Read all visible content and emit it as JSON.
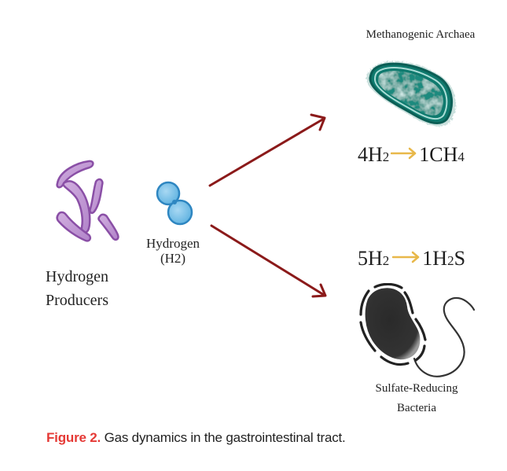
{
  "diagram": {
    "nodes": {
      "hydrogen_producers": {
        "label_line1": "Hydrogen",
        "label_line2": "Producers",
        "icon": "rod-bacteria-icon",
        "color": "#b07cc6"
      },
      "hydrogen": {
        "label_line1": "Hydrogen",
        "label_line2": "(H2)",
        "icon": "h2-molecule-icon",
        "color": "#4aa3d6"
      },
      "methanogenic_archaea": {
        "label": "Methanogenic Archaea",
        "icon": "archaea-cell-icon",
        "color": "#0f7a6e"
      },
      "sulfate_reducing_bacteria": {
        "label_line1": "Sulfate-Reducing",
        "label_line2": "Bacteria",
        "icon": "flagellated-bacterium-icon",
        "color": "#2b2b2b"
      }
    },
    "edges": [
      {
        "from": "hydrogen",
        "to": "methanogenic_archaea",
        "color": "#8b1a1a"
      },
      {
        "from": "hydrogen",
        "to": "sulfate_reducing_bacteria",
        "color": "#8b1a1a"
      }
    ],
    "reactions": {
      "methane": {
        "reactant_coef": "4",
        "reactant": "H",
        "reactant_sub": "2",
        "product_coef": "1",
        "product": "CH",
        "product_sub": "4",
        "product_tail": "",
        "arrow_color": "#e8b84a"
      },
      "sulfide": {
        "reactant_coef": "5",
        "reactant": "H",
        "reactant_sub": "2",
        "product_coef": "1",
        "product": "H",
        "product_sub": "2",
        "product_tail": "S",
        "arrow_color": "#e8b84a"
      }
    }
  },
  "caption": {
    "figure_label": "Figure 2.",
    "text": " Gas dynamics in the gastrointestinal tract.",
    "label_color": "#e53935"
  }
}
